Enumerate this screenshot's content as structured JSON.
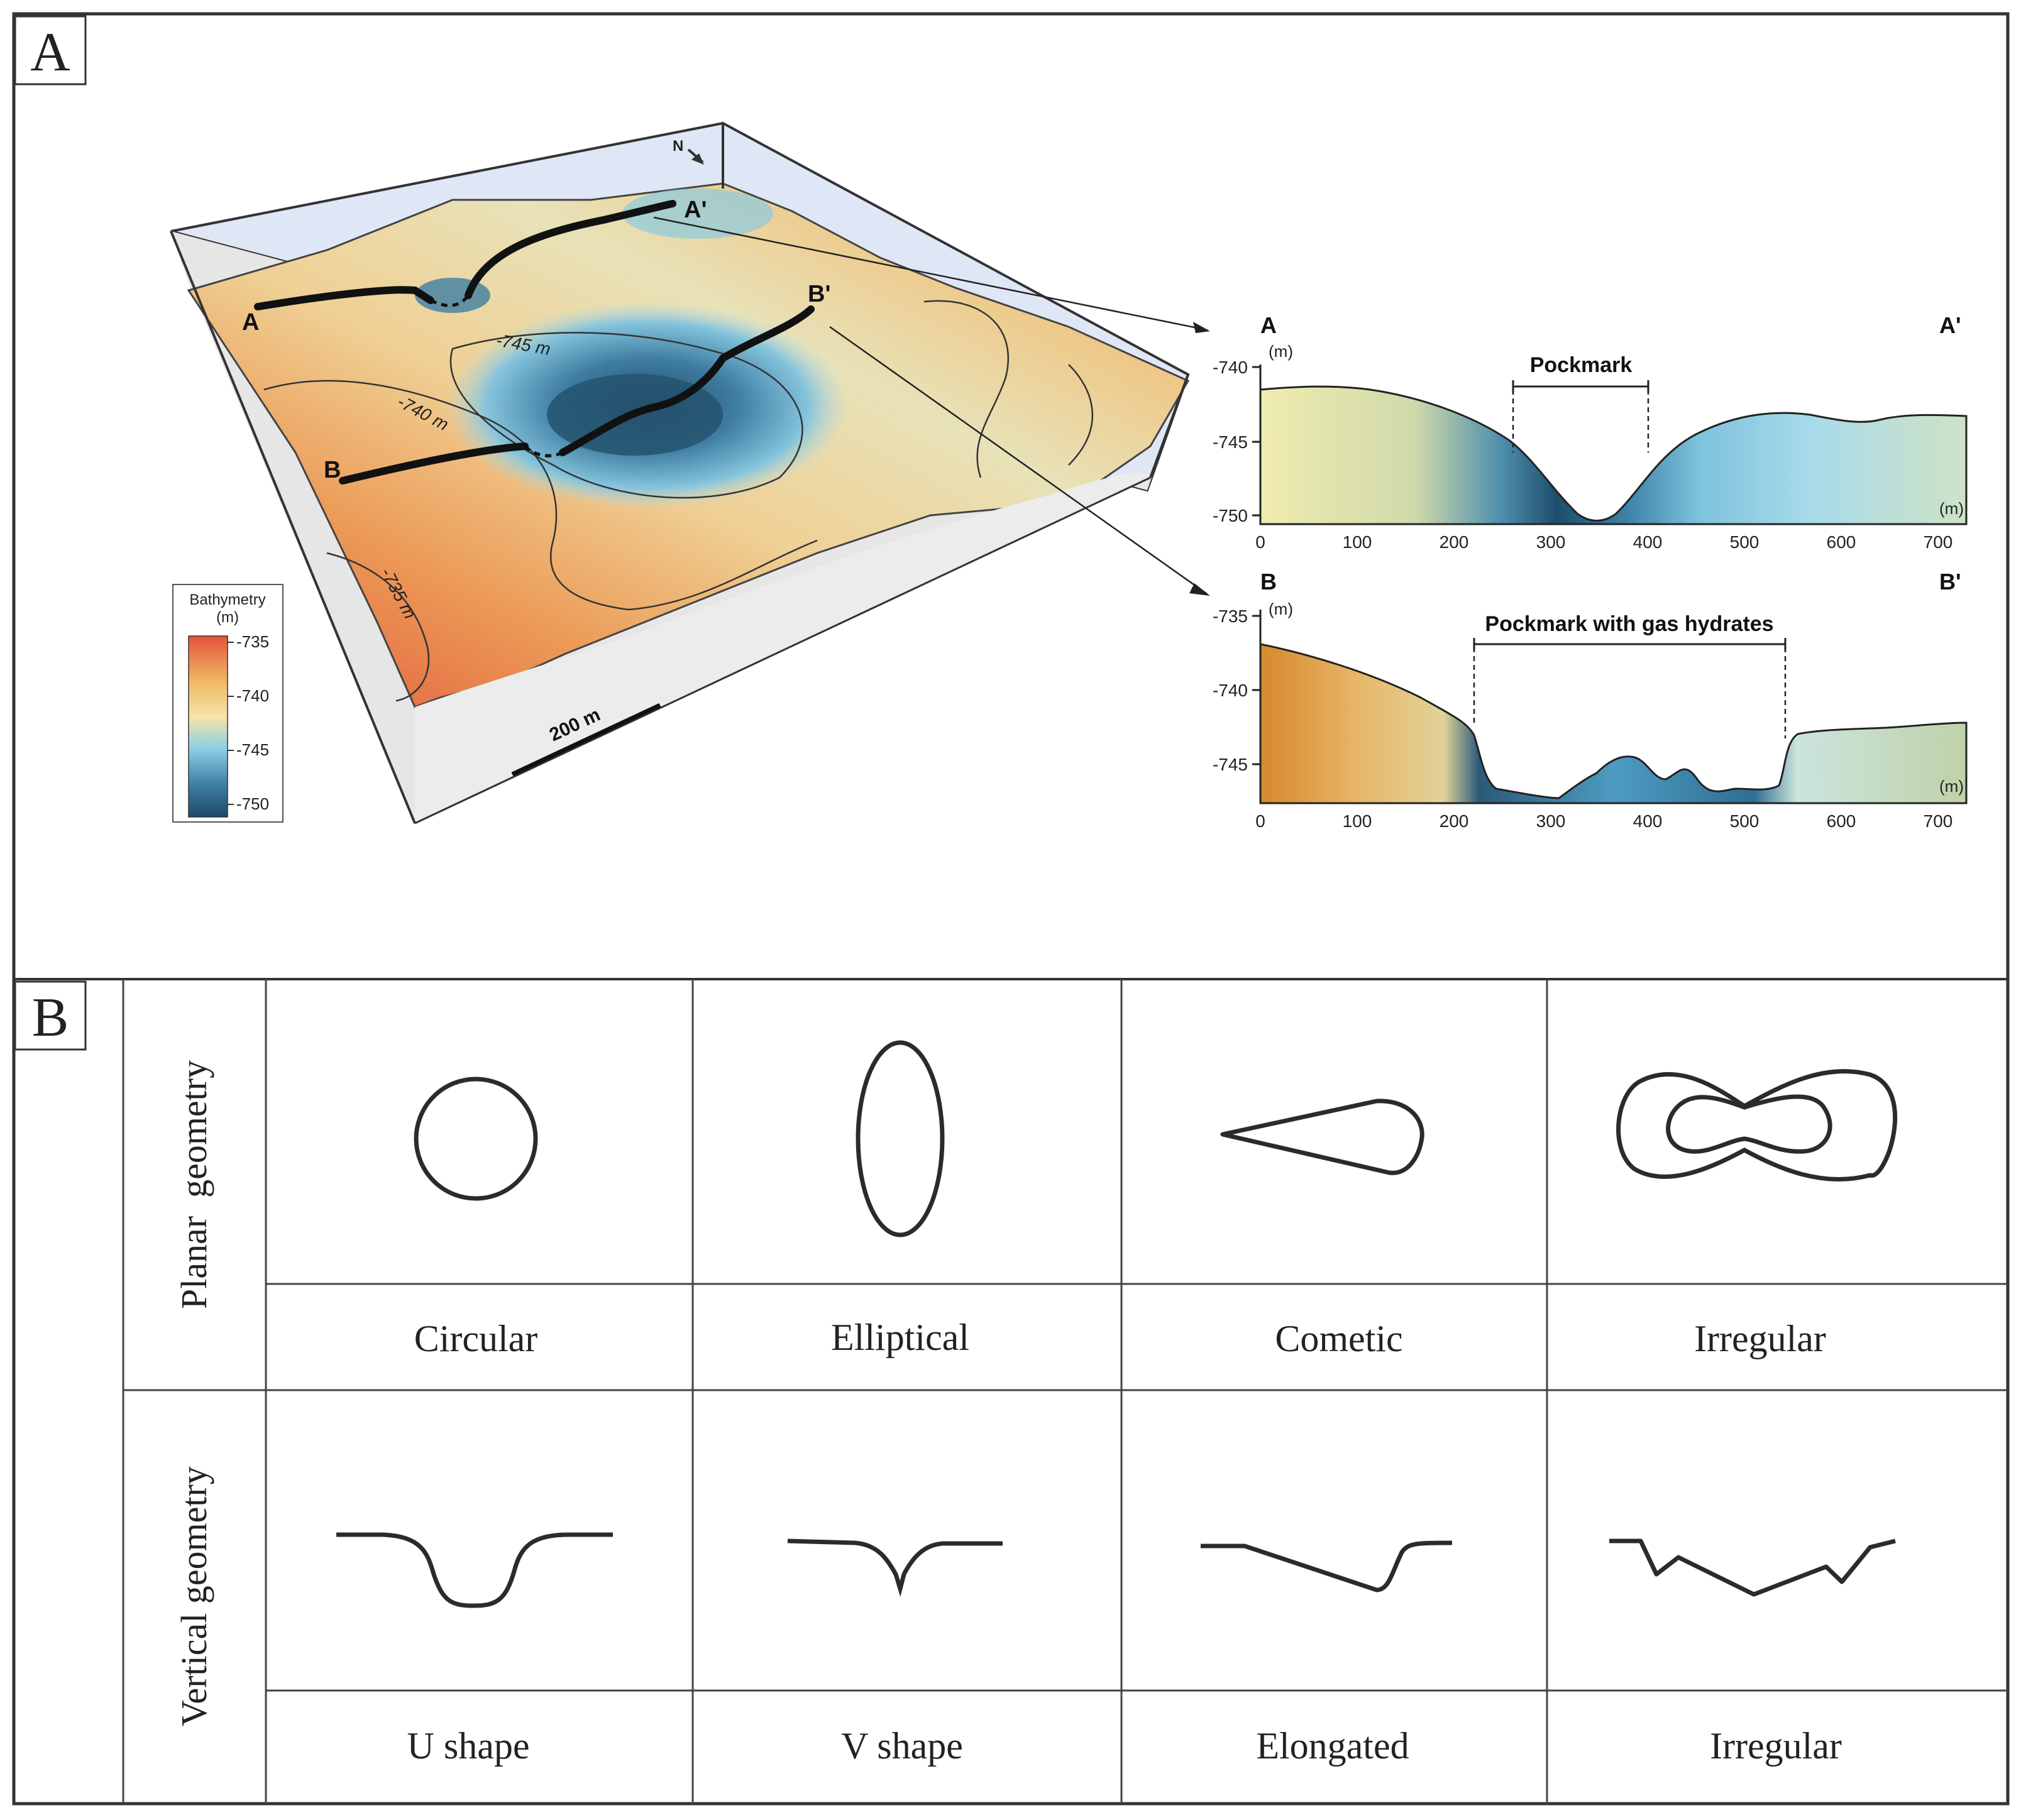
{
  "panel_a": {
    "label": "A",
    "block": {
      "north": "N",
      "profile_a_start": "A",
      "profile_a_end": "A'",
      "profile_b_start": "B",
      "profile_b_end": "B'",
      "contour_745": "-745 m",
      "contour_740": "-740 m",
      "contour_735": "-735 m",
      "scale_bar": "200 m"
    },
    "legend": {
      "title": "Bathymetry",
      "unit": "(m)",
      "ticks": [
        "-735",
        "-740",
        "-745",
        "-750"
      ],
      "colors": [
        "#e5533a",
        "#f0b864",
        "#f5e4a8",
        "#8ed0e6",
        "#3f7fa5",
        "#1e4a6c"
      ]
    },
    "profile_a": {
      "start": "A",
      "end": "A'",
      "unit_y": "(m)",
      "unit_x": "(m)",
      "annotation": "Pockmark",
      "yticks": [
        "-740",
        "-745",
        "-750"
      ],
      "xticks": [
        "0",
        "100",
        "200",
        "300",
        "400",
        "500",
        "600",
        "700"
      ]
    },
    "profile_b": {
      "start": "B",
      "end": "B'",
      "unit_y": "(m)",
      "unit_x": "(m)",
      "annotation": "Pockmark with gas hydrates",
      "yticks": [
        "-735",
        "-740",
        "-745"
      ],
      "xticks": [
        "0",
        "100",
        "200",
        "300",
        "400",
        "500",
        "600",
        "700"
      ]
    }
  },
  "panel_b": {
    "label": "B",
    "row_planar": "Planar  geometry",
    "row_vertical": "Vertical geometry",
    "planar_labels": [
      "Circular",
      "Elliptical",
      "Cometic",
      "Irregular"
    ],
    "vertical_labels": [
      "U shape",
      "V shape",
      "Elongated",
      "Irregular"
    ]
  }
}
